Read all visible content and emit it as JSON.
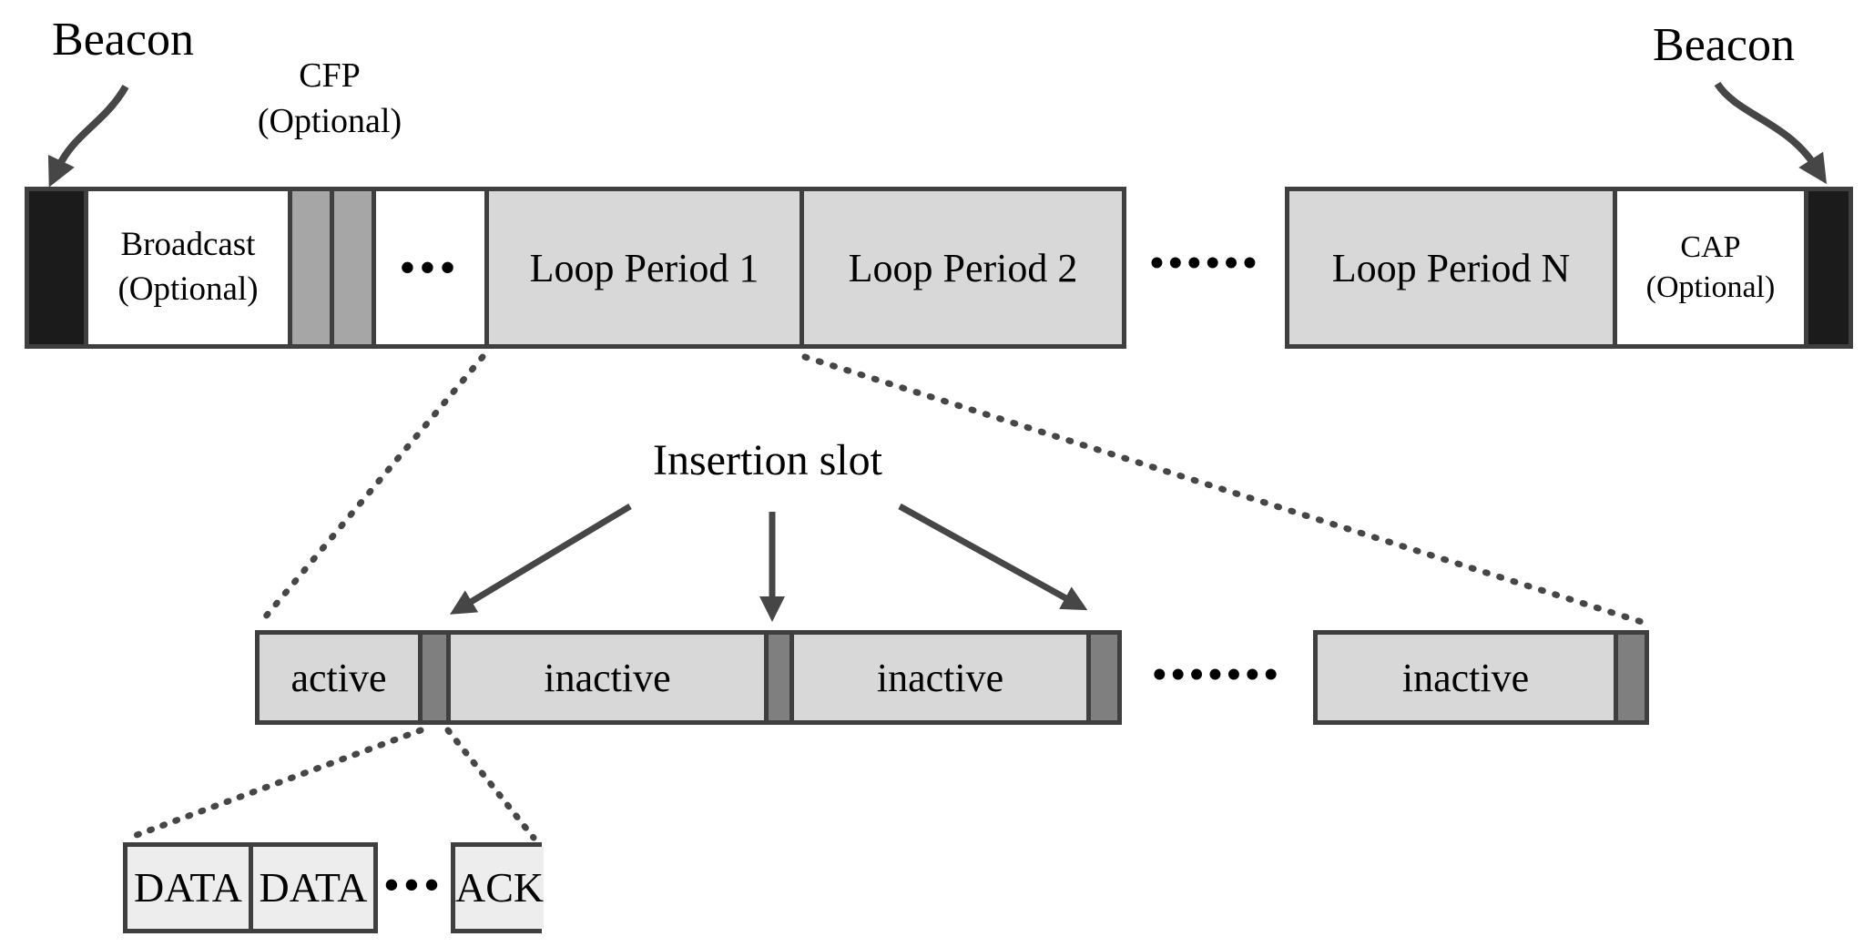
{
  "diagram": {
    "superframe": {
      "beacon_left_label": "Beacon",
      "beacon_right_label": "Beacon",
      "cfp_label_line1": "CFP",
      "cfp_label_line2": "(Optional)",
      "broadcast_line1": "Broadcast",
      "broadcast_line2": "(Optional)",
      "cfp_dots": "•••",
      "loop_period_1": "Loop Period 1",
      "loop_period_2": "Loop Period 2",
      "gap_dots": "••••••",
      "loop_period_n": "Loop Period N",
      "cap_line1": "CAP",
      "cap_line2": "(Optional)"
    },
    "loop_detail": {
      "insertion_slot_label": "Insertion slot",
      "active_label": "active",
      "inactive_1": "inactive",
      "inactive_2": "inactive",
      "gap_dots": "•••••••",
      "inactive_n": "inactive"
    },
    "active_detail": {
      "data_1": "DATA",
      "data_2": "DATA",
      "dots": "•••",
      "ack_label": "ACK"
    },
    "colors": {
      "beacon_block": "#1b1b1b",
      "loop_period_fill": "#d8d8d8",
      "cfp_bar_fill": "#a6a6a6",
      "insertion_slot_fill": "#7f7f7f",
      "frame_fill": "#ededed",
      "border": "#3f3f3f",
      "arrow": "#464646",
      "background": "#ffffff"
    }
  }
}
